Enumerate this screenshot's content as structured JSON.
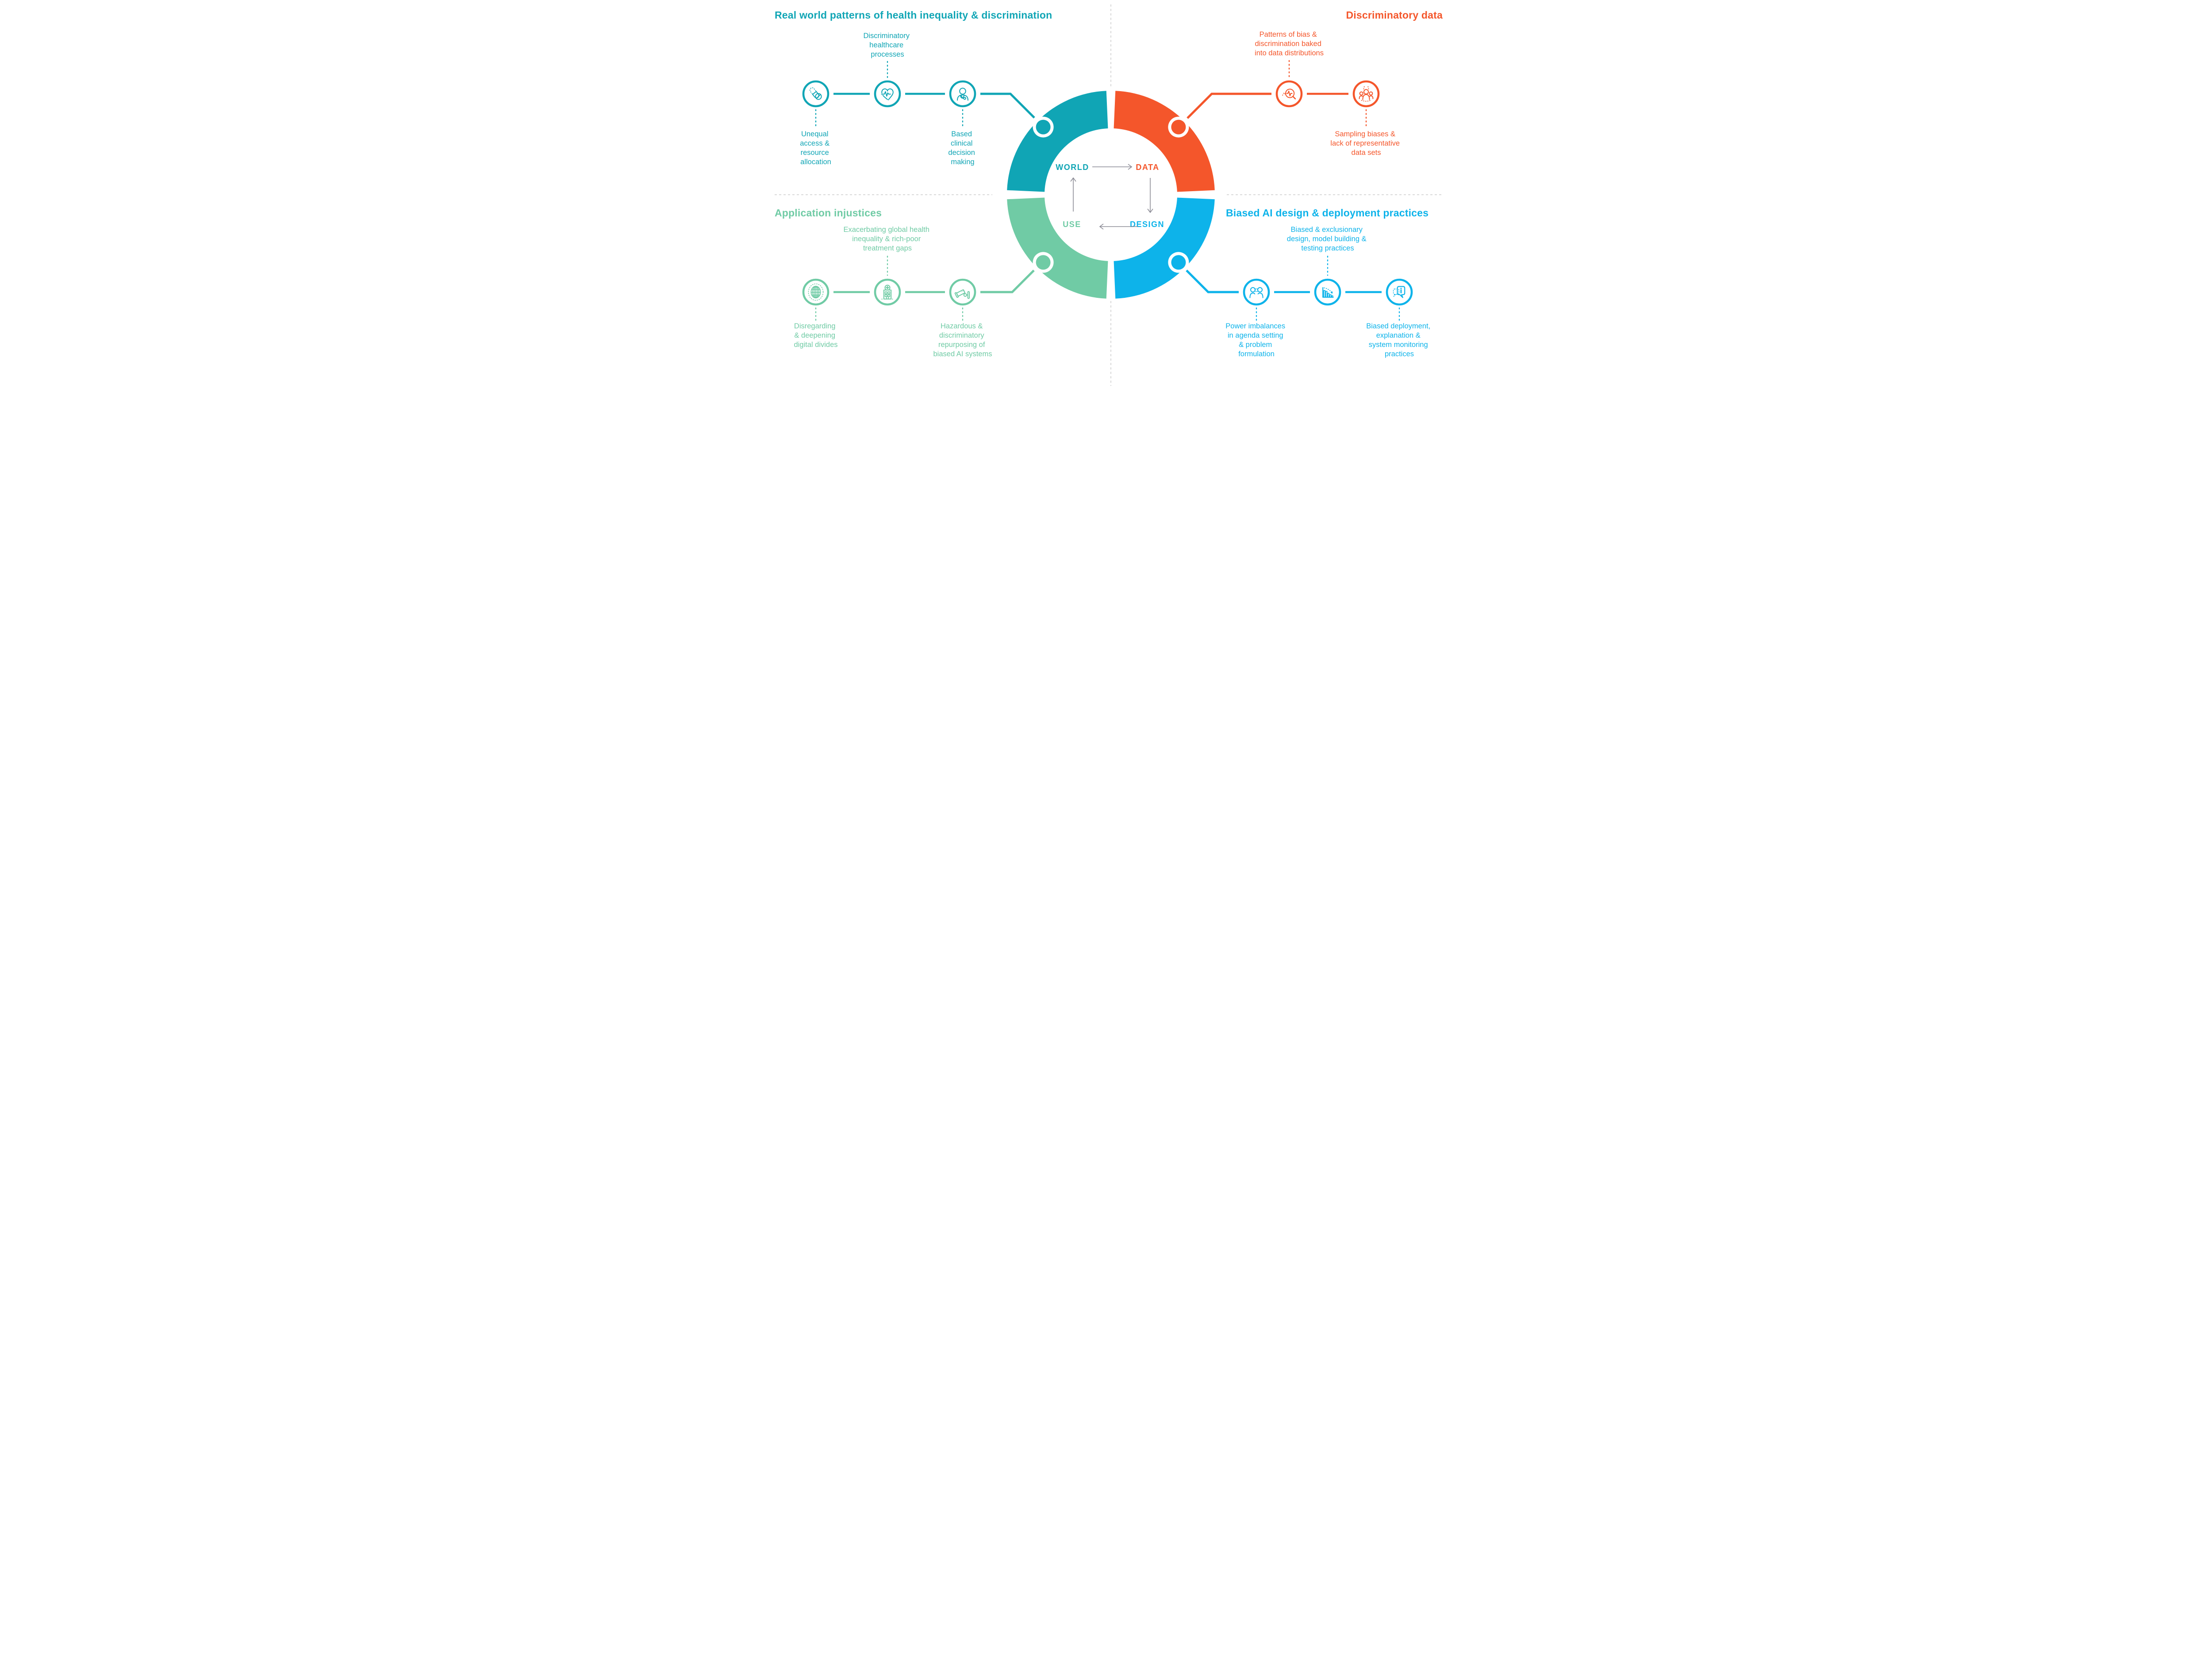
{
  "colors": {
    "teal": "#10a5b5",
    "orange": "#f4562b",
    "blue": "#0db3ea",
    "mint": "#70cba5",
    "arrow": "#8b8b95",
    "divider": "#cccccc"
  },
  "center": {
    "world": "WORLD",
    "data": "DATA",
    "design": "DESIGN",
    "use": "USE"
  },
  "top_left": {
    "title": "Real world patterns of health inequality & discrimination",
    "icons": [
      "pills-icon",
      "heart-pulse-icon",
      "doctor-icon"
    ],
    "labels": {
      "pills": [
        "Unequal",
        "access &",
        "resource",
        "allocation"
      ],
      "heart": [
        "Discriminatory",
        "healthcare",
        "processes"
      ],
      "doctor": [
        "Based",
        "clinical",
        "decision",
        "making"
      ]
    }
  },
  "top_right": {
    "title": "Discriminatory data",
    "icons": [
      "magnifier-chart-icon",
      "people-group-icon"
    ],
    "labels": {
      "magnifier": [
        "Patterns of bias &",
        "discrimination baked",
        "into data distributions"
      ],
      "people": [
        "Sampling biases &",
        "lack of representative",
        "data sets"
      ]
    }
  },
  "bottom_left": {
    "title": "Application injustices",
    "icons": [
      "globe-icon",
      "hospital-icon",
      "cctv-icon"
    ],
    "labels": {
      "globe": [
        "Disregarding",
        "& deepening",
        "digital divides"
      ],
      "hospital": [
        "Exacerbating global health",
        "inequality & rich-poor",
        "treatment gaps"
      ],
      "cctv": [
        "Hazardous &",
        "discriminatory",
        "repurposing of",
        "biased AI systems"
      ]
    }
  },
  "bottom_right": {
    "title": "Biased AI design & deployment practices",
    "icons": [
      "people-arrows-icon",
      "declining-chart-icon",
      "speech-info-icon"
    ],
    "labels": {
      "people_arrows": [
        "Power imbalances",
        "in agenda setting",
        "& problem",
        "formulation"
      ],
      "chart": [
        "Biased & exclusionary",
        "design, model building &",
        "testing practices"
      ],
      "speech": [
        "Biased deployment,",
        "explanation &",
        "system monitoring",
        "practices"
      ]
    }
  }
}
